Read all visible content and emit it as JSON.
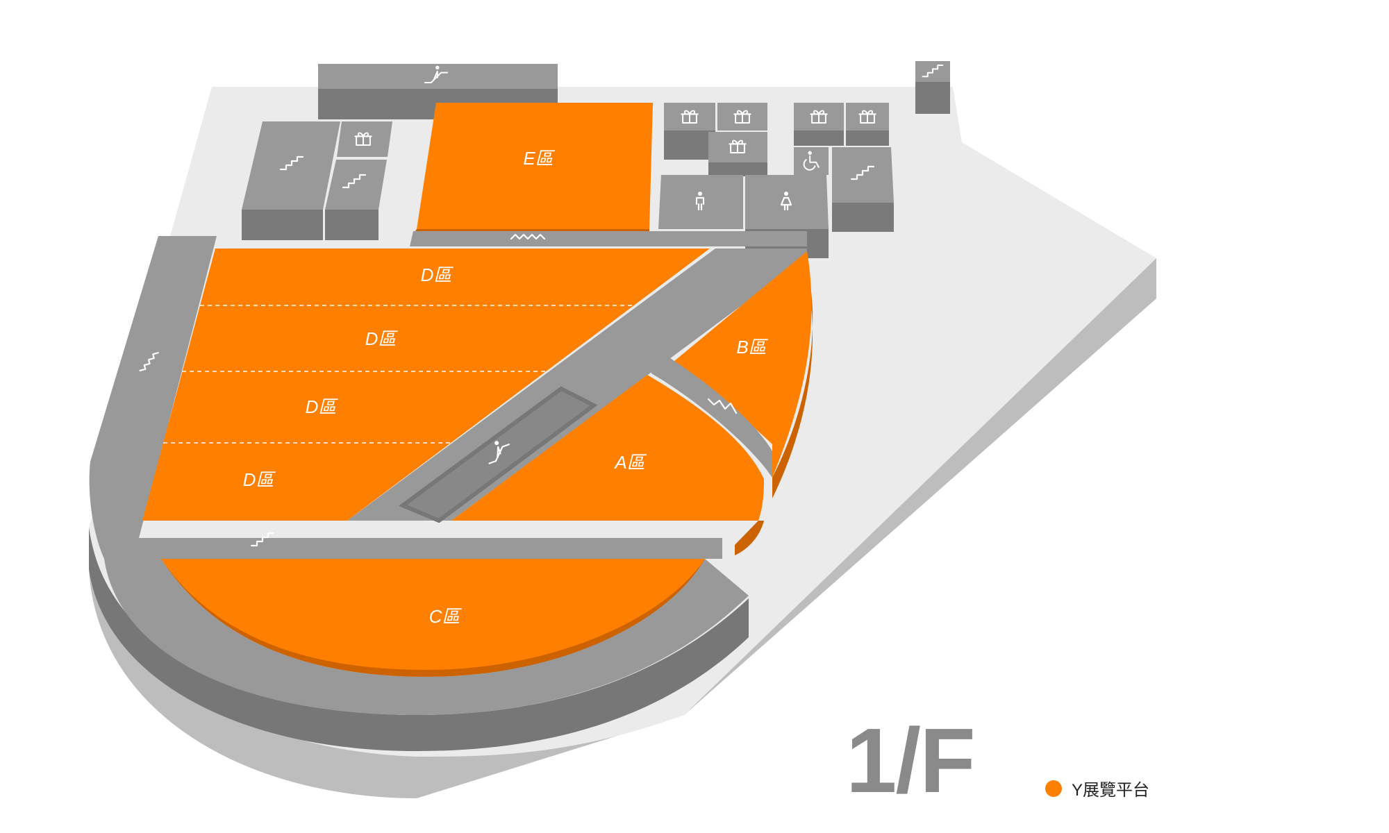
{
  "colors": {
    "exhibit": "#ff7f00",
    "exhibit_edge": "#cc6200",
    "corridor": "#999999",
    "corridor_side": "#777777",
    "ground": "#ebebeb",
    "ground_side": "#bdbdbd",
    "facility": "#999999",
    "facility_side": "#7a7a7a"
  },
  "zones": {
    "a": "A區",
    "b": "B區",
    "c": "C區",
    "d1": "D區",
    "d2": "D區",
    "d3": "D區",
    "d4": "D區",
    "e": "E區"
  },
  "floor": {
    "label": "1/F"
  },
  "legend": {
    "label": "Y展覽平台",
    "color": "#ff7f00"
  },
  "icons": [
    "escalator-icon",
    "stairs-icon",
    "gift-icon",
    "restroom-male-icon",
    "restroom-female-icon",
    "accessible-icon",
    "ramp-icon"
  ]
}
